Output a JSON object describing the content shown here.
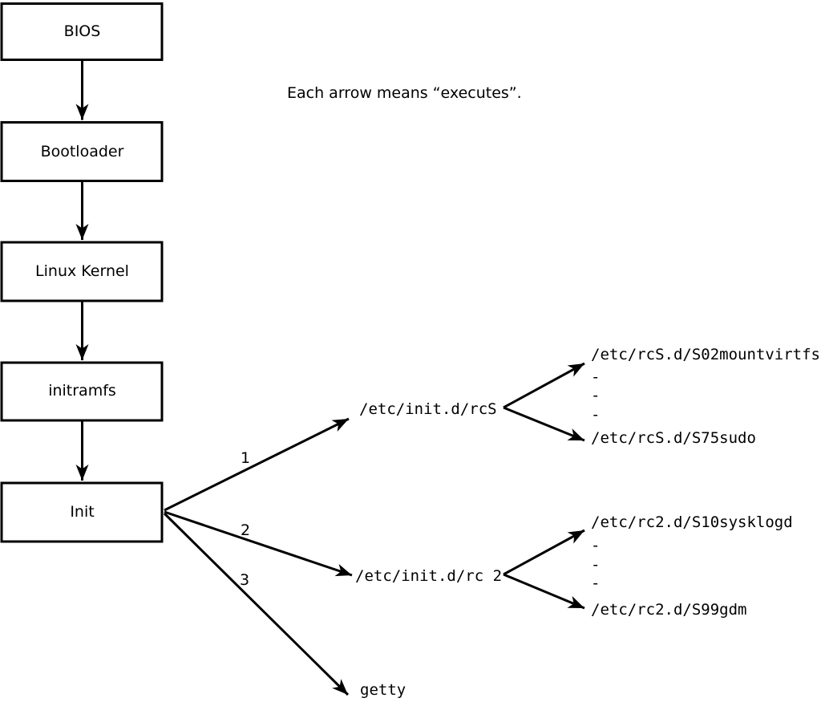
{
  "note": "Each arrow means “executes”.",
  "boxes": [
    {
      "id": "bios",
      "label": "BIOS"
    },
    {
      "id": "bootloader",
      "label": "Bootloader"
    },
    {
      "id": "linux-kernel",
      "label": "Linux Kernel"
    },
    {
      "id": "initramfs",
      "label": "initramfs"
    },
    {
      "id": "init",
      "label": "Init"
    }
  ],
  "init_branches": [
    {
      "number": "1",
      "target": "/etc/init.d/rcS"
    },
    {
      "number": "2",
      "target": "/etc/init.d/rc 2"
    },
    {
      "number": "3",
      "target": "getty"
    }
  ],
  "rcS_entries": [
    "/etc/rcS.d/S02mountvirtfs",
    "-",
    "-",
    "-",
    "/etc/rcS.d/S75sudo"
  ],
  "rc2_entries": [
    "/etc/rc2.d/S10sysklogd",
    "-",
    "-",
    "-",
    "/etc/rc2.d/S99gdm"
  ],
  "colors": {
    "line": "#000000",
    "background": "#ffffff"
  }
}
